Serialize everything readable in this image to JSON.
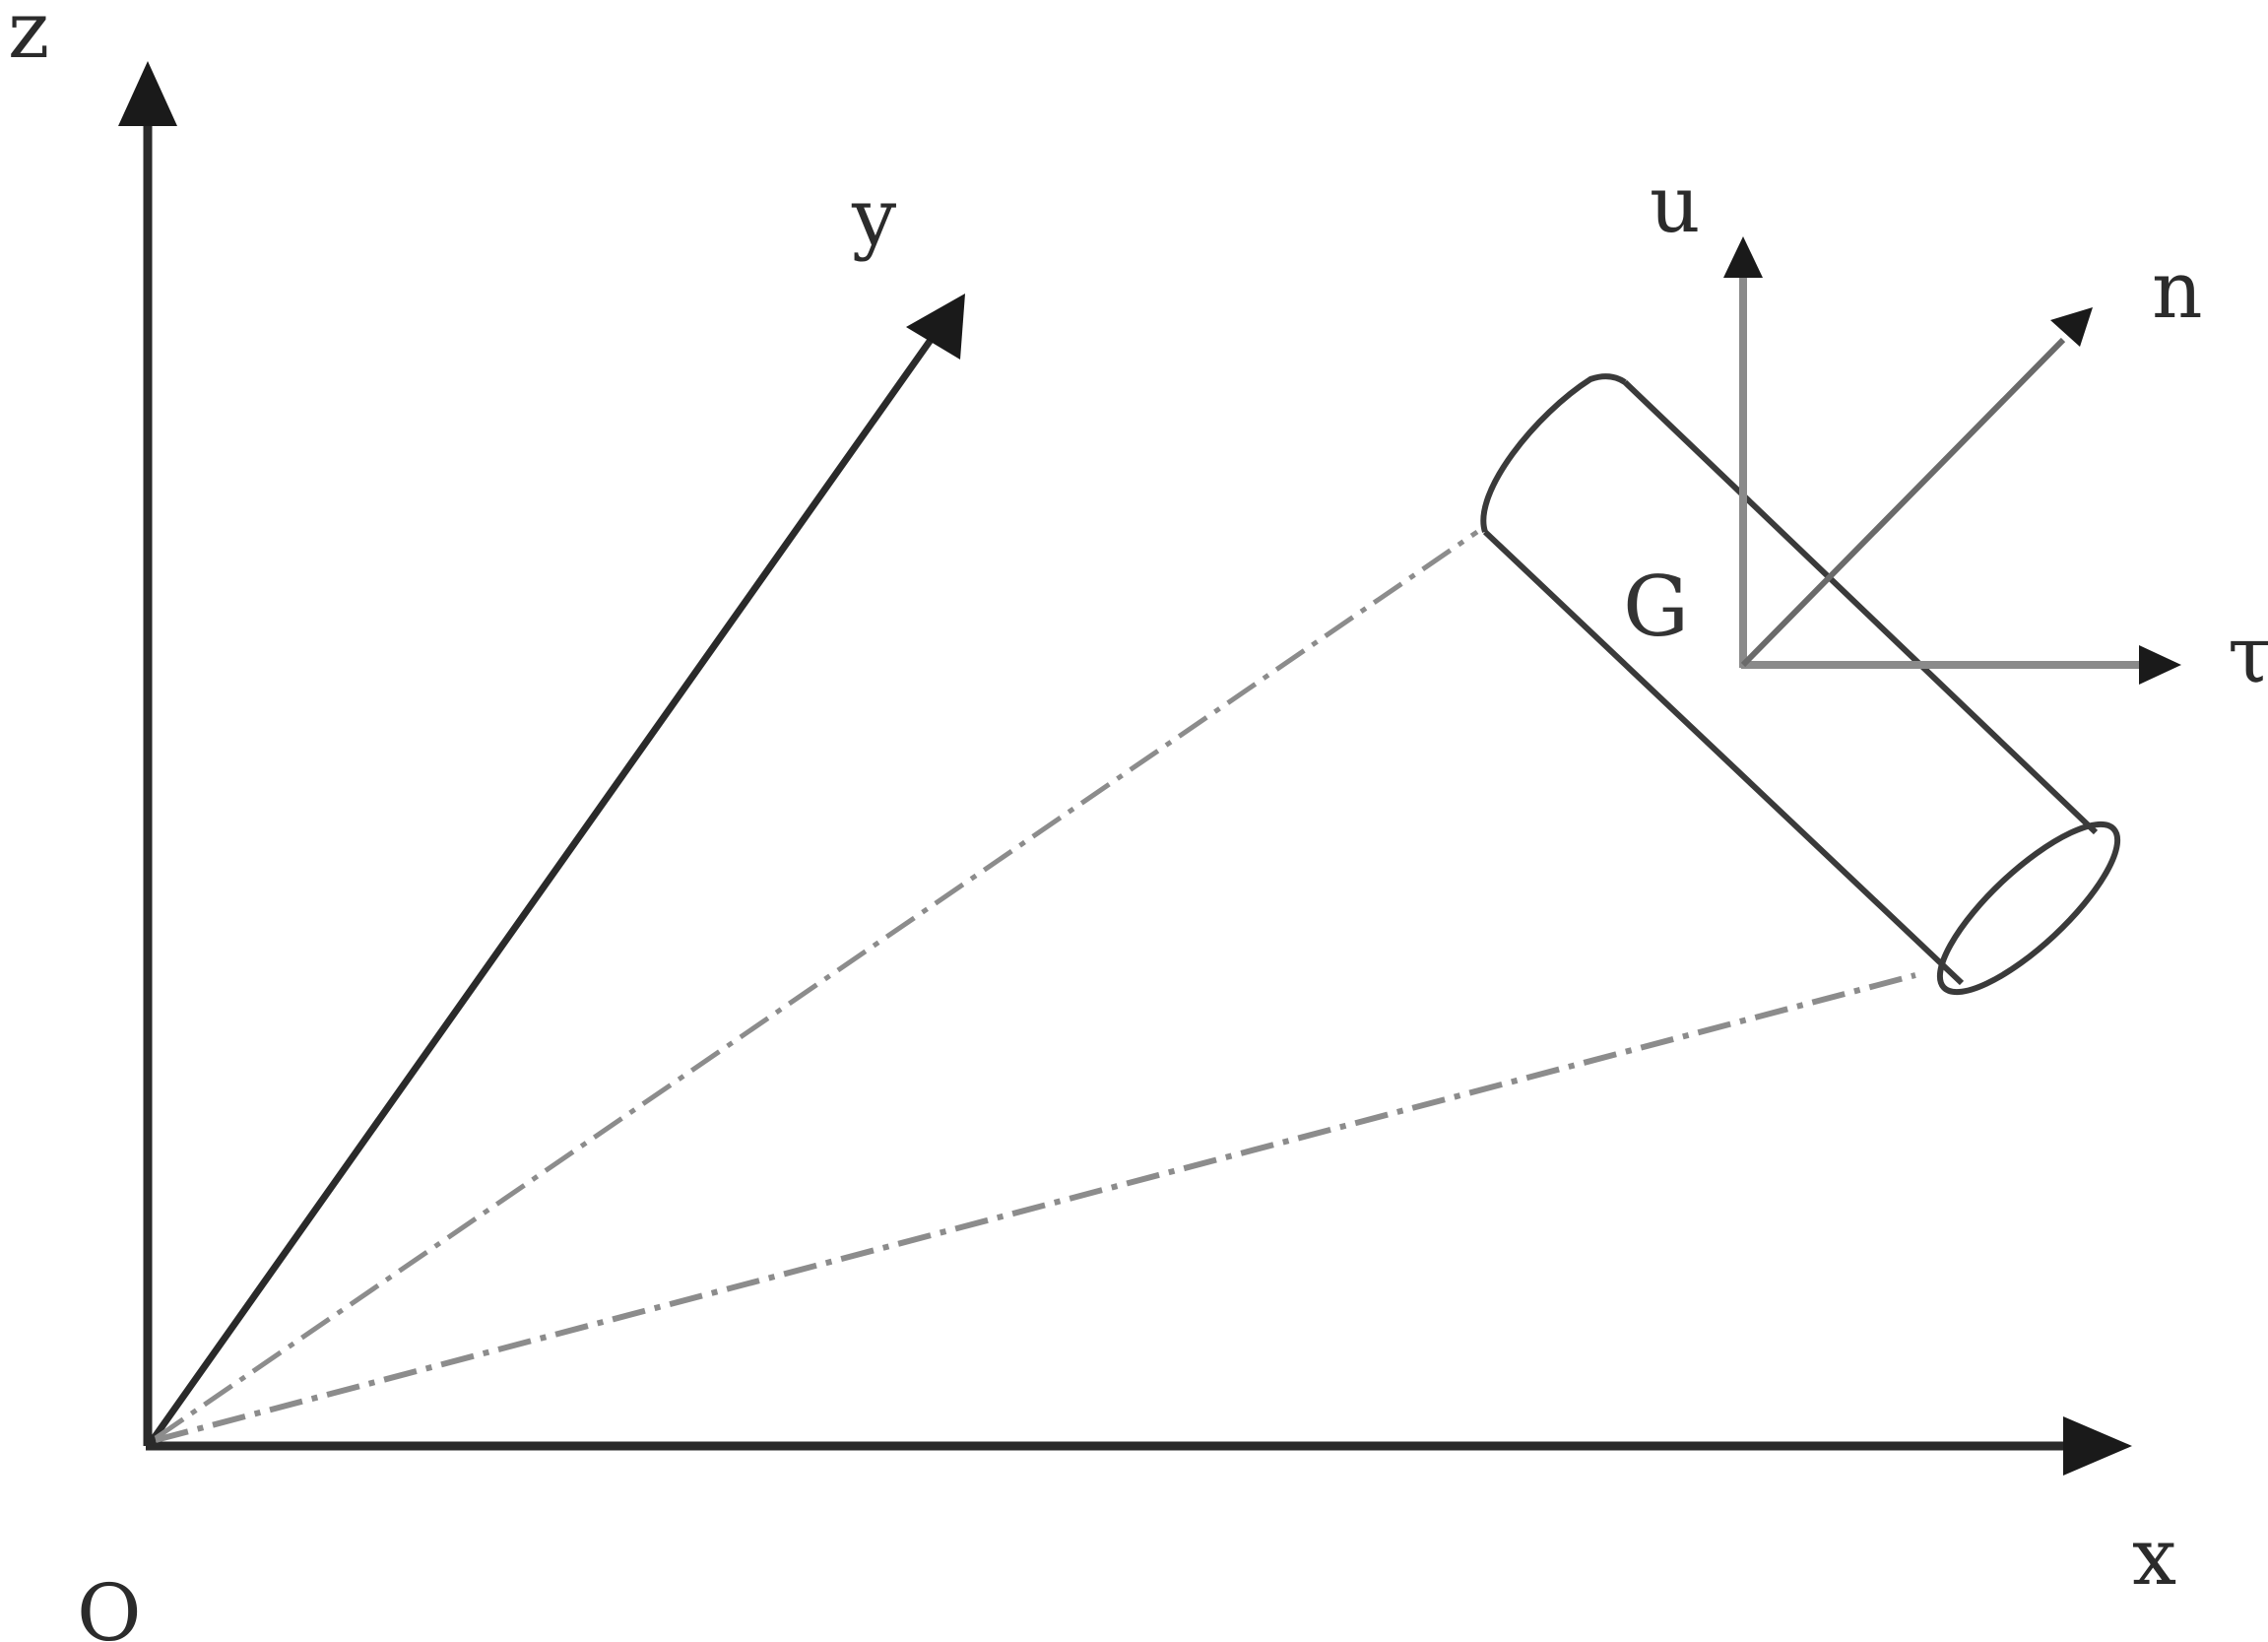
{
  "labels": {
    "z": "z",
    "y": "y",
    "x": "x",
    "origin": "O",
    "u": "u",
    "n": "n",
    "t": "τ",
    "g": "G"
  },
  "colors": {
    "axis": "#2a2a2a",
    "local_axes": "#8a8a8a",
    "body_outline": "#3a3a3a",
    "dash_dot": "#8c8c8c"
  }
}
